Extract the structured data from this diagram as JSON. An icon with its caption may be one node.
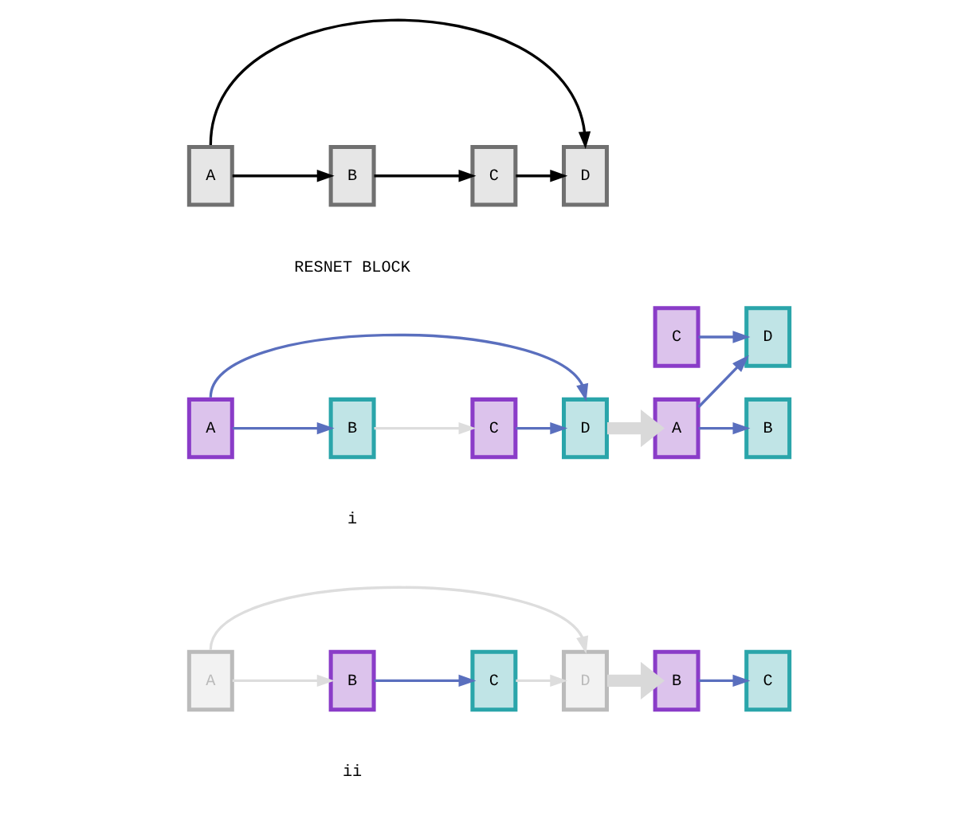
{
  "diagram": {
    "nodes": [
      {
        "text": [
          "A"
        ]
      },
      {
        "text": [
          "B"
        ]
      },
      {
        "text": [
          "C"
        ]
      },
      {
        "text": [
          "D"
        ]
      },
      {
        "text": [
          "A"
        ]
      },
      {
        "text": [
          "B"
        ]
      },
      {
        "text": [
          "C"
        ]
      },
      {
        "text": [
          "D"
        ]
      },
      {
        "text": [
          "A"
        ]
      },
      {
        "text": [
          "B"
        ]
      },
      {
        "text": [
          "C"
        ]
      },
      {
        "text": [
          "D"
        ]
      },
      {
        "text": [
          "A"
        ]
      },
      {
        "text": [
          "B"
        ]
      },
      {
        "text": [
          "C"
        ]
      },
      {
        "text": [
          "D"
        ]
      },
      {
        "text": [
          "B"
        ]
      },
      {
        "text": [
          "C"
        ]
      }
    ],
    "edges": [
      {
        "from": 0,
        "to": 1,
        "arrow": "to",
        "color": "#000000"
      },
      {
        "from": 1,
        "to": 2,
        "arrow": "to",
        "color": "#000000"
      },
      {
        "from": 2,
        "to": 3,
        "arrow": "to",
        "color": "#000000"
      },
      {
        "from": 0,
        "to": 3,
        "arrow": "to",
        "color": "#000000"
      },
      {
        "from": 4,
        "to": 5,
        "arrow": "to",
        "color": "#5a6fbe"
      },
      {
        "from": 5,
        "to": 6,
        "arrow": "to",
        "color": "#dddddd"
      },
      {
        "from": 6,
        "to": 7,
        "arrow": "to",
        "color": "#5a6fbe"
      },
      {
        "from": 4,
        "to": 7,
        "arrow": "to",
        "color": "#5a6fbe"
      },
      {
        "from": 7,
        "to": 8,
        "arrow": "to",
        "style": "thick",
        "color": "#d9d9d9"
      },
      {
        "from": 8,
        "to": 9,
        "arrow": "to",
        "color": "#5a6fbe"
      },
      {
        "from": 8,
        "to": 11,
        "arrow": "to",
        "color": "#5a6fbe"
      },
      {
        "from": 10,
        "to": 11,
        "arrow": "to",
        "color": "#5a6fbe"
      },
      {
        "from": 12,
        "to": 13,
        "arrow": "to",
        "color": "#dddddd"
      },
      {
        "from": 13,
        "to": 14,
        "arrow": "to",
        "color": "#5a6fbe"
      },
      {
        "from": 14,
        "to": 15,
        "arrow": "to",
        "color": "#dddddd"
      },
      {
        "from": 12,
        "to": 15,
        "arrow": "to",
        "color": "#dddddd"
      },
      {
        "from": 15,
        "to": 16,
        "arrow": "to",
        "style": "thick",
        "color": "#d9d9d9"
      },
      {
        "from": 16,
        "to": 17,
        "arrow": "to",
        "color": "#5a6fbe"
      }
    ],
    "labels": [
      "RESNET BLOCK",
      "i",
      "ii"
    ]
  }
}
